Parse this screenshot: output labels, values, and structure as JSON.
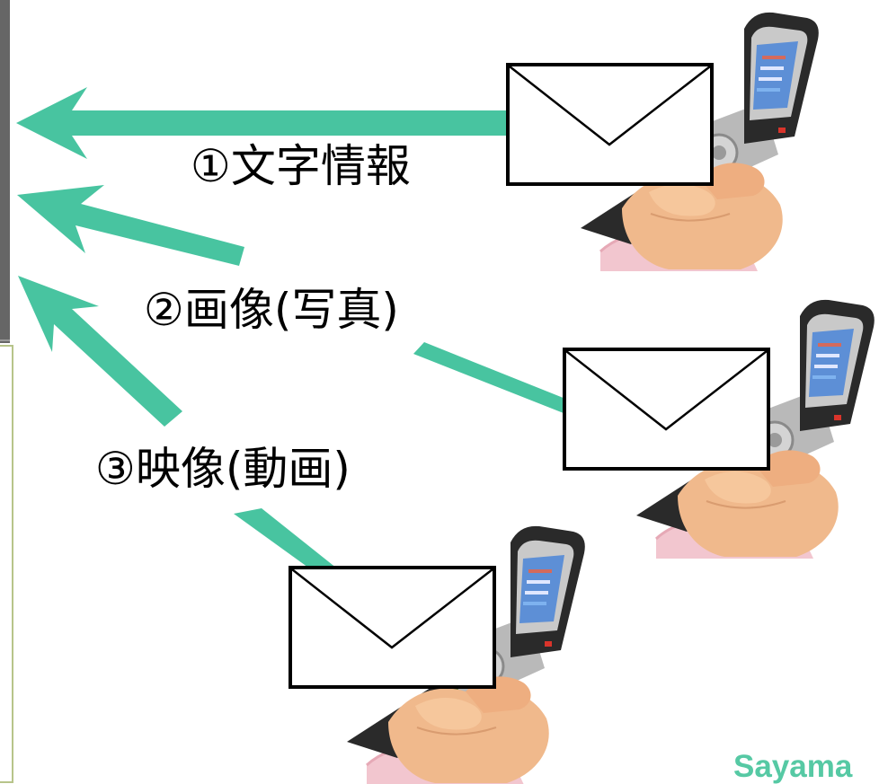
{
  "captions": {
    "text_info": "①文字情報",
    "image_photo": "②画像(写真)",
    "video_movie": "③映像(動画)"
  },
  "watermark": "Sayama",
  "colors": {
    "arrow": "#48c4a0",
    "watermark": "#56c9a4",
    "panel_border": "#b7c48a",
    "envelope_stroke": "#000000",
    "phone_body": "#2a2a2a",
    "phone_screen": "#5d8fd6",
    "hand_skin": "#f0b98c",
    "sleeve": "#f2c6cf"
  },
  "icons": [
    "mail-envelope-icon",
    "mobile-phone-icon",
    "arrow-icon"
  ]
}
